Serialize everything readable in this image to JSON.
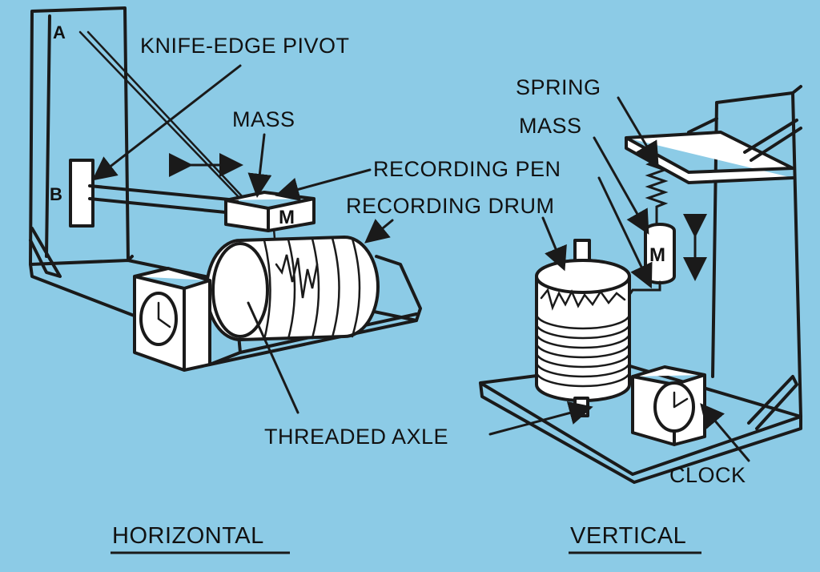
{
  "diagram": {
    "labels": {
      "point_a": "A",
      "point_b": "B",
      "knife_edge_pivot": "KNIFE-EDGE PIVOT",
      "mass_horizontal": "MASS",
      "recording_pen": "RECORDING PEN",
      "recording_drum": "RECORDING DRUM",
      "threaded_axle": "THREADED AXLE",
      "spring": "SPRING",
      "mass_vertical": "MASS",
      "clock": "CLOCK",
      "mass_block_h": "M",
      "mass_block_v": "M"
    },
    "captions": {
      "horizontal": "HORIZONTAL",
      "vertical": "VERTICAL"
    },
    "colors": {
      "background": "#8ccbe6",
      "ink": "#1a1a1a",
      "fill": "#ffffff"
    }
  }
}
